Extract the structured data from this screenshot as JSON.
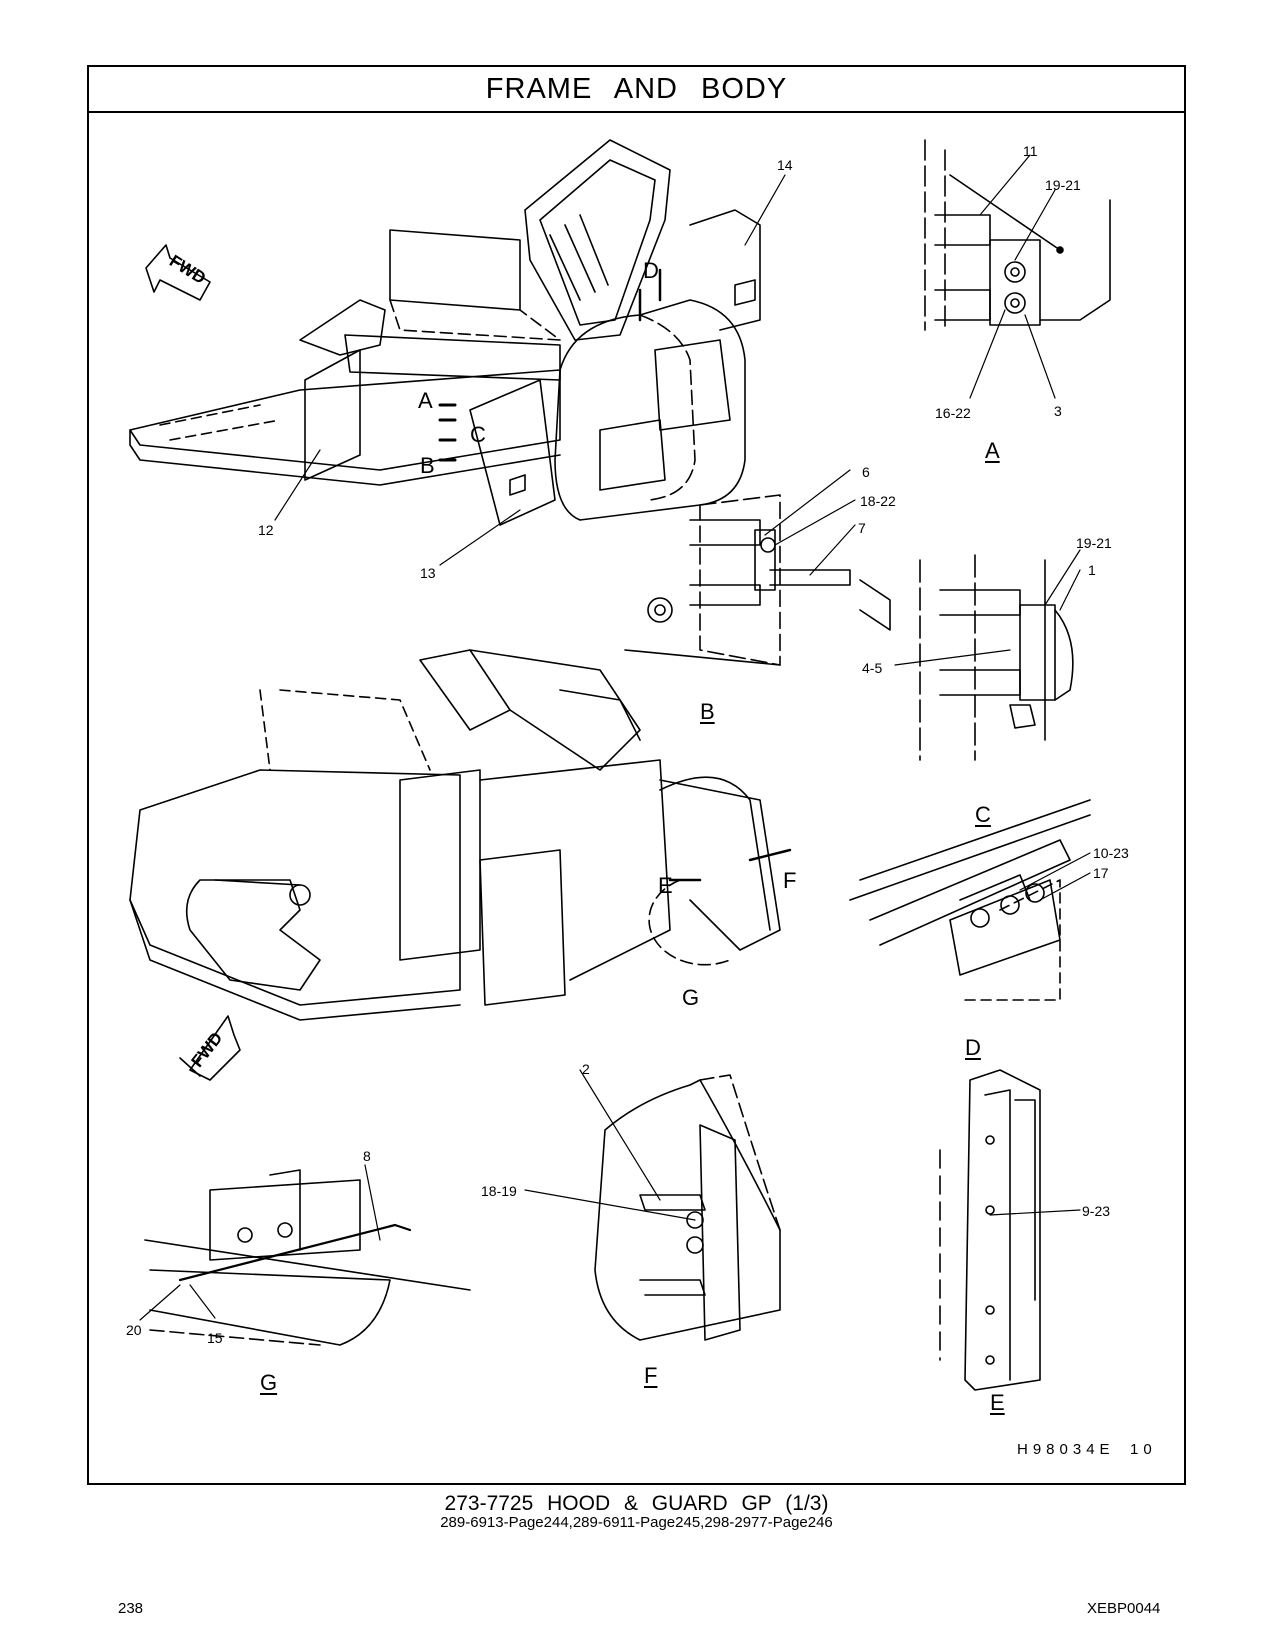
{
  "header": {
    "title": "FRAME AND BODY"
  },
  "callouts": {
    "c14": "14",
    "c11": "11",
    "c19_21a": "19-21",
    "c16_22": "16-22",
    "c3": "3",
    "c12": "12",
    "c13": "13",
    "c6": "6",
    "c18_22": "18-22",
    "c7": "7",
    "c19_21b": "19-21",
    "c1": "1",
    "c4_5": "4-5",
    "c10_23": "10-23",
    "c17": "17",
    "c2": "2",
    "c18_19": "18-19",
    "c8": "8",
    "c20": "20",
    "c15": "15",
    "c9_23": "9-23"
  },
  "markers": {
    "a": "A",
    "b": "B",
    "c": "C",
    "d": "D",
    "e": "E",
    "f": "F",
    "g": "G"
  },
  "views": {
    "a": "A",
    "b": "B",
    "c": "C",
    "d": "D",
    "e": "E",
    "f": "F",
    "g": "G"
  },
  "fwd": {
    "top": "FWD",
    "bottom": "FWD"
  },
  "drawing_id": {
    "code": "H98034E",
    "sheet": "10"
  },
  "caption": {
    "line1": "273-7725 HOOD & GUARD GP (1/3)",
    "line2": "289-6913-Page244,289-6911-Page245,298-2977-Page246"
  },
  "footer": {
    "page_number": "238",
    "doc_code": "XEBP0044"
  }
}
